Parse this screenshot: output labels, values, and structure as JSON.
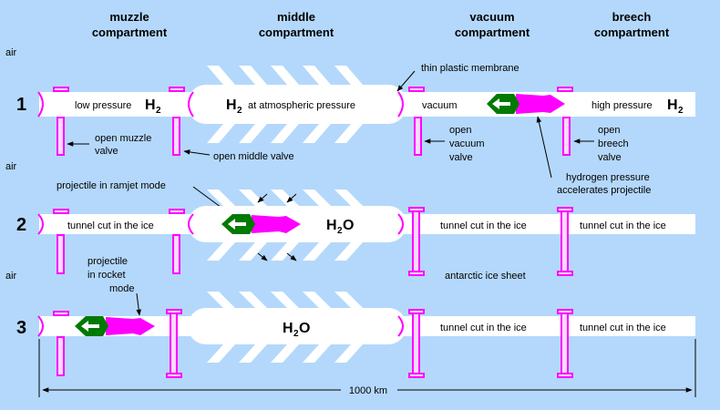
{
  "headers": {
    "muzzle_1": "muzzle",
    "muzzle_2": "compartment",
    "middle_1": "middle",
    "middle_2": "compartment",
    "vacuum_1": "vacuum",
    "vacuum_2": "compartment",
    "breech_1": "breech",
    "breech_2": "compartment"
  },
  "row_numbers": {
    "r1": "1",
    "r2": "2",
    "r3": "3"
  },
  "air_label": "air",
  "row1": {
    "low_pressure": "low pressure",
    "h_letter": "H",
    "sub_2": "2",
    "at_atmospheric": "at atmospheric pressure",
    "vacuum": "vacuum",
    "high_pressure": "high pressure"
  },
  "annotations": {
    "thin_membrane": "thin plastic membrane",
    "open_muzzle_1": "open muzzle",
    "open_muzzle_2": "valve",
    "open_middle": "open middle valve",
    "open_vacuum_1": "open",
    "open_vacuum_2": "vacuum",
    "open_vacuum_3": "valve",
    "open_breech_1": "open",
    "open_breech_2": "breech",
    "open_breech_3": "valve",
    "hydrogen_1": "hydrogen pressure",
    "hydrogen_2": "accelerates projectile",
    "ramjet": "projectile in ramjet mode",
    "rocket_1": "projectile",
    "rocket_2": "in rocket",
    "rocket_3": "mode",
    "ice_sheet": "antarctic ice sheet",
    "distance": "1000 km"
  },
  "tunnel_label": "tunnel cut in the ice",
  "water": {
    "h": "H",
    "sub": "2",
    "o": "O"
  },
  "colors": {
    "sky": "#b4d8fb",
    "tunnel": "#ffffff",
    "valve": "#ff00ff",
    "valve_fill": "#ffd8ff",
    "projectile_body": "#ff00ff",
    "projectile_nose": "#007a00"
  }
}
